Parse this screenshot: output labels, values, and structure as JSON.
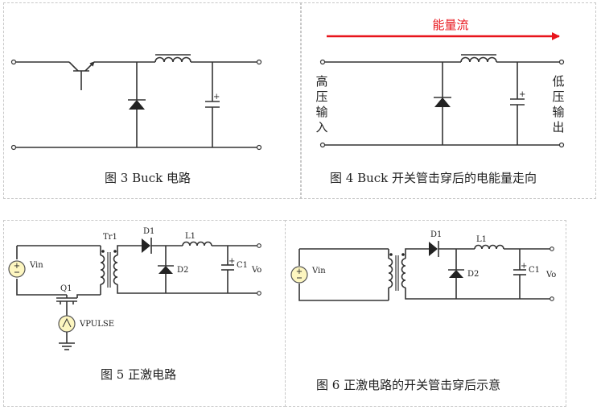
{
  "fig3": {
    "caption": "图 3 Buck 电路"
  },
  "fig4": {
    "caption": "图 4 Buck 开关管击穿后的电能量走向",
    "flow_label": "能量流",
    "input_label": "高压输入",
    "output_label": "低压输出",
    "plus": "+"
  },
  "fig5": {
    "caption": "图 5 正激电路",
    "vin": "Vin",
    "q1": "Q1",
    "tr1": "Tr1",
    "d1": "D1",
    "d2": "D2",
    "l1": "L1",
    "c1": "C1",
    "vo": "Vo",
    "vpulse": "VPULSE",
    "plus": "+"
  },
  "fig6": {
    "caption": "图 6 正激电路的开关管击穿后示意",
    "vin": "Vin",
    "d1": "D1",
    "d2": "D2",
    "l1": "L1",
    "c1": "C1",
    "vo": "Vo",
    "plus": "+"
  },
  "colors": {
    "flow_arrow": "#e8141b",
    "wire": "#333333",
    "border": "#c8c8c8",
    "source_fill": "#fdf6c0"
  }
}
